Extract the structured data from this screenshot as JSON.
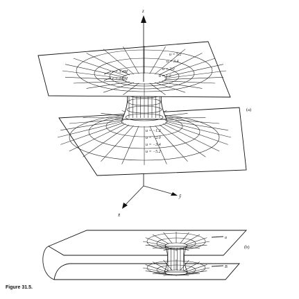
{
  "figure": {
    "caption": "Figure 31.5.",
    "panel_a_label": "(a)",
    "panel_b_label": "(b)",
    "axes": {
      "z": "z",
      "y": "ȳ",
      "x": "x̄"
    },
    "upper_u_labels": [
      "u = 5.2",
      "u = 3.4",
      "u = 2.0",
      "u = 1.2"
    ],
    "lower_u_labels": [
      "u = −1.2",
      "u = −2.0",
      "u = −3.4",
      "u = −5.2"
    ],
    "radius_labels": [
      "r = 3.4M",
      "r = 2.7M"
    ],
    "sheet_labels": [
      "a",
      "B"
    ]
  }
}
